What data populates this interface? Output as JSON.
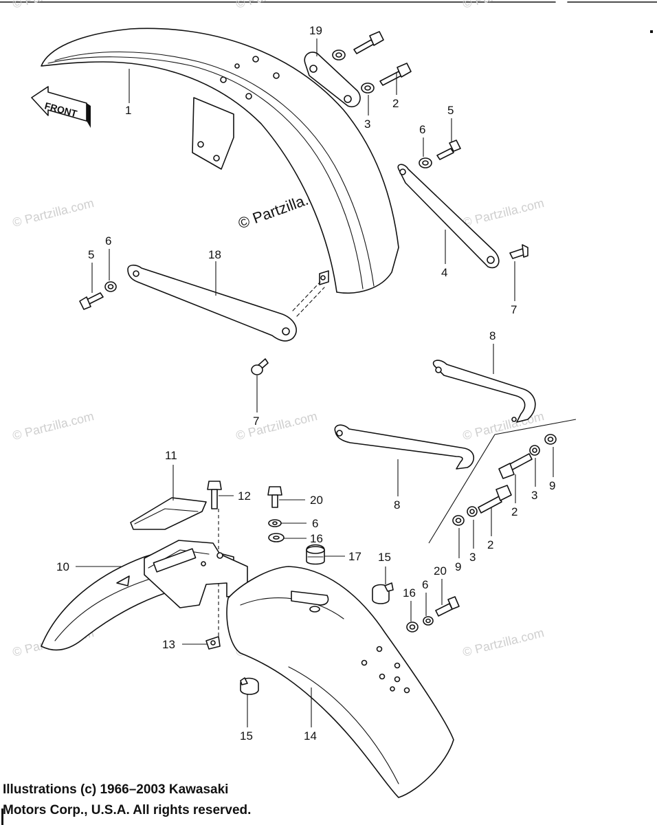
{
  "watermarks": {
    "main": "© Partzilla.com",
    "repeat": "© Partzilla.com"
  },
  "front_label": "FRONT",
  "callouts": {
    "c1": "1",
    "c19": "19",
    "c2a": "2",
    "c3a": "3",
    "c6a": "6",
    "c5a": "5",
    "c4": "4",
    "c7a": "7",
    "c5b": "5",
    "c6b": "6",
    "c18": "18",
    "c7b": "7",
    "c8a": "8",
    "c8b": "8",
    "c2b": "2",
    "c3b": "3",
    "c9a": "9",
    "c2c": "2",
    "c3c": "3",
    "c9b": "9",
    "c11": "11",
    "c12": "12",
    "c20a": "20",
    "c6c": "6",
    "c16a": "16",
    "c17": "17",
    "c15a": "15",
    "c10": "10",
    "c13": "13",
    "c16b": "16",
    "c6d": "6",
    "c20b": "20",
    "c15b": "15",
    "c14": "14"
  },
  "copyright": {
    "line1": "Illustrations (c) 1966–2003 Kawasaki",
    "line2": "Motors Corp., U.S.A.  All rights reserved."
  }
}
